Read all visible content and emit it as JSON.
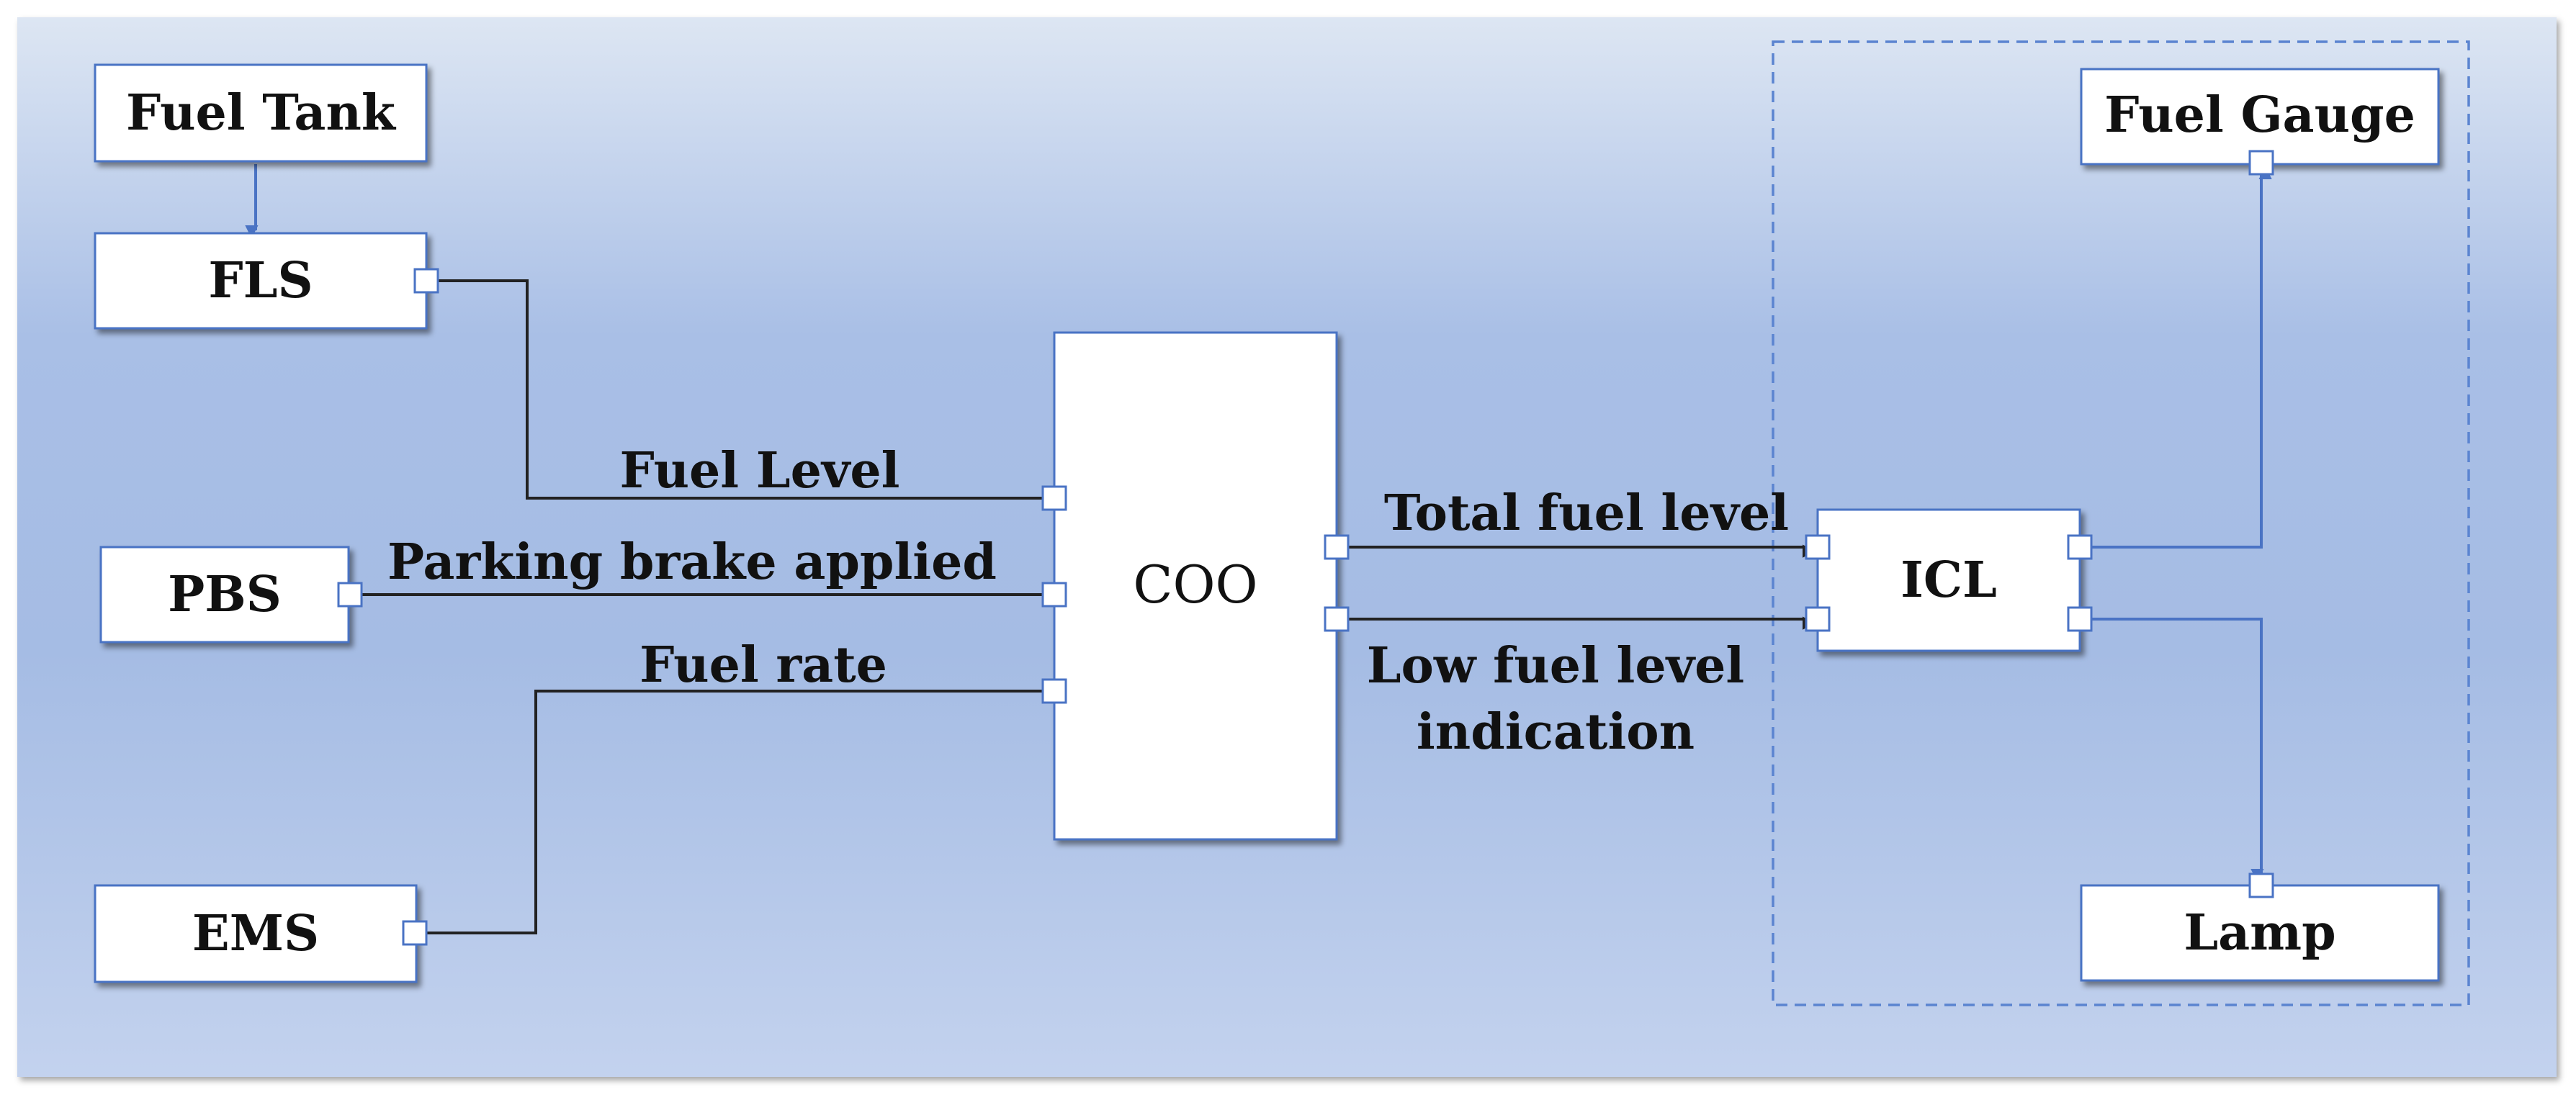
{
  "blocks": {
    "fuel_tank": "Fuel Tank",
    "fls": "FLS",
    "pbs": "PBS",
    "ems": "EMS",
    "coo": "COO",
    "icl": "ICL",
    "fuel_gauge": "Fuel Gauge",
    "lamp": "Lamp"
  },
  "signals": {
    "fuel_level": "Fuel Level",
    "parking_brake": "Parking brake applied",
    "fuel_rate": "Fuel rate",
    "total_fuel_level": "Total fuel level",
    "low_fuel_line1": "Low fuel level",
    "low_fuel_line2": "indication"
  },
  "colors": {
    "block_border": "#4a73c4",
    "background_top": "#dde6f3",
    "background_mid": "#a9bfe6",
    "wire": "#222222",
    "wire_icl": "#4a73c4"
  }
}
